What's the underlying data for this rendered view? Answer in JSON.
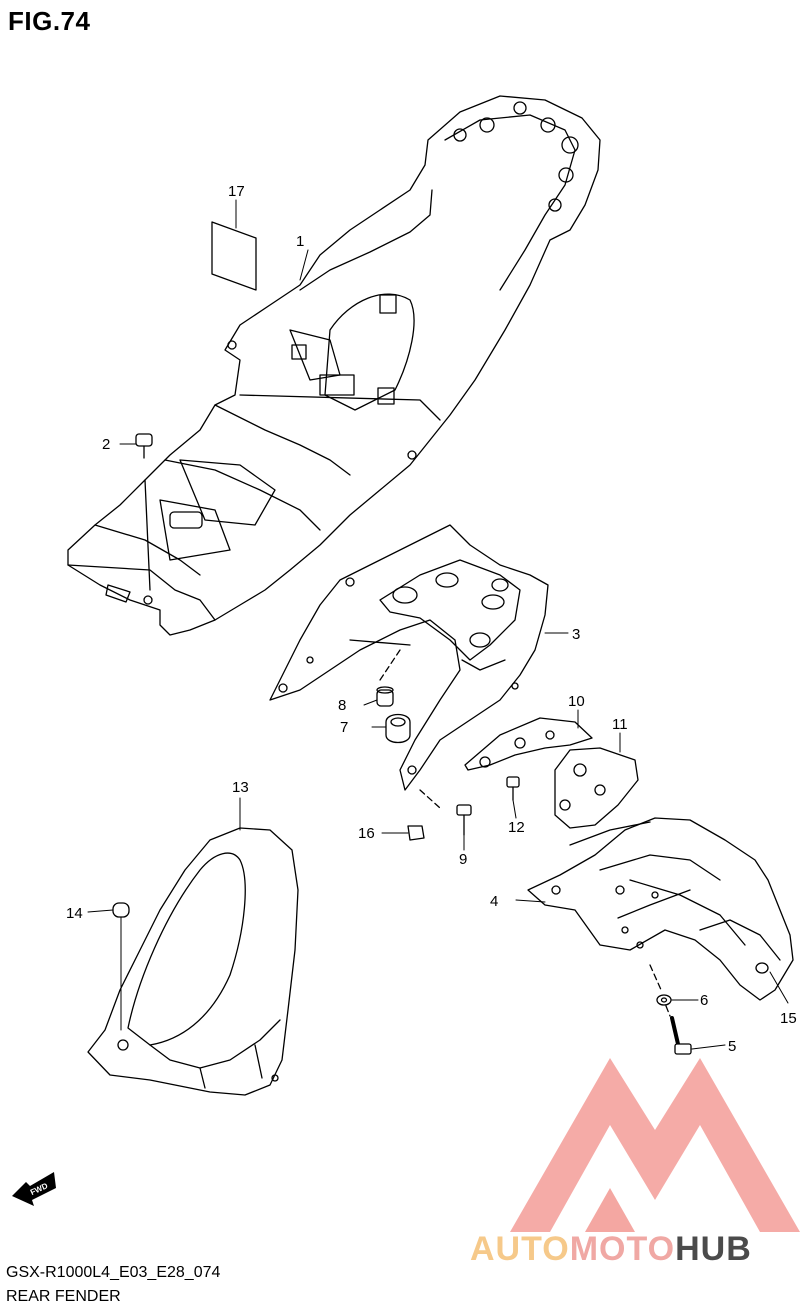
{
  "figure": {
    "title": "FIG.74",
    "model_code": "GSX-R1000L4_E03_E28_074",
    "section_name": "REAR FENDER"
  },
  "fwd_badge": "FWD",
  "callouts": [
    "1",
    "2",
    "3",
    "4",
    "5",
    "6",
    "7",
    "8",
    "9",
    "10",
    "11",
    "12",
    "13",
    "14",
    "15",
    "16",
    "17"
  ],
  "watermark": {
    "part1": "AUTO",
    "part2": "MOTO",
    "part3": "HUB",
    "colors": {
      "auto": "#f6c98a",
      "moto": "#f0a8a4",
      "hub": "#4b4b4b",
      "logo": "#f4a7a2"
    }
  },
  "icons": {
    "fwd": "fwd-arrow-icon",
    "logo": "triangle-logo-icon"
  }
}
